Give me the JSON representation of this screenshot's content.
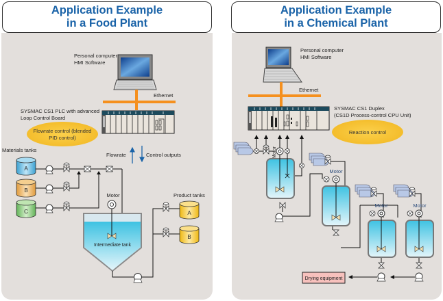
{
  "food_plant": {
    "title_line1": "Application Example",
    "title_line2": "in a Food Plant",
    "pc_label_line1": "Personal computer",
    "pc_label_line2": "HMI Software",
    "ethernet_label": "Ethernet",
    "plc_label_line1": "SYSMAC CS1 PLC with advanced",
    "plc_label_line2": "Loop Control Board",
    "control_bubble_line1": "Flowrate control (blended",
    "control_bubble_line2": "PID control)",
    "flowrate_label": "Flowrate",
    "control_outputs_label": "Control outputs",
    "materials_tanks_label": "Materials tanks",
    "material_tanks": [
      "A",
      "B",
      "C"
    ],
    "motor_label": "Motor",
    "intermediate_tank_label": "Intermediate tank",
    "product_tanks_label": "Product tanks",
    "product_tanks": [
      "A",
      "B"
    ]
  },
  "chemical_plant": {
    "title_line1": "Application Example",
    "title_line2": "in a Chemical Plant",
    "pc_label_line1": "Personal computer",
    "pc_label_line2": "HMI Software",
    "ethernet_label": "Ethernet",
    "plc_label_line1": "SYSMAC CS1 Duplex",
    "plc_label_line2": "(CS1D Process-control CPU Unit)",
    "control_bubble": "Reaction control",
    "motor_label": "Motor",
    "drying_label": "Drying equipment"
  },
  "colors": {
    "title": "#1a63a8",
    "panel": "#e3dfdc",
    "ethernet": "#f5901e",
    "bubble": "#f7c63a",
    "plc_top": "#1d4a5c",
    "tank_a": "#4fb6e0",
    "tank_b": "#e9a94e",
    "tank_c": "#79c36e",
    "product_tank": "#f4c52a",
    "liquid": "#4fc0e0",
    "drying_box": "#f7c1bd"
  }
}
